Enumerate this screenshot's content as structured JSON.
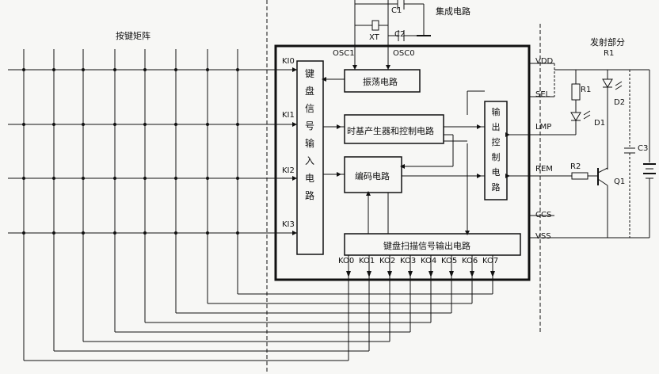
{
  "titles": {
    "integrated": "集成电路",
    "keymatrix": "按键矩阵",
    "transmitter": "发射部分"
  },
  "blocks": {
    "keyboard_input": "键盘信号输入电路",
    "oscillator": "振荡电路",
    "timebase": "时基产生器和控制电路",
    "encoder": "编码电路",
    "output_control": "输出控制电路",
    "scan_output": "键盘扫描信号输出电路"
  },
  "pins": {
    "ki": [
      "KI0",
      "KI1",
      "KI2",
      "KI3"
    ],
    "ko": [
      "KO0",
      "KO1",
      "KO2",
      "KO3",
      "KO4",
      "KO5",
      "KO6",
      "KO7"
    ],
    "osc1": "OSC1",
    "osc0": "OSC0",
    "right": [
      "VDD",
      "SEL",
      "LMP",
      "REM",
      "CCS",
      "VSS"
    ]
  },
  "components": {
    "c1": "C1",
    "c2": "C2",
    "xt": "XT",
    "r1_top": "R1",
    "r1": "R1",
    "d1": "D1",
    "d2": "D2",
    "r2": "R2",
    "q1": "Q1",
    "c3": "C3"
  },
  "colors": {
    "line": "#111111",
    "background": "#f7f7f5"
  }
}
